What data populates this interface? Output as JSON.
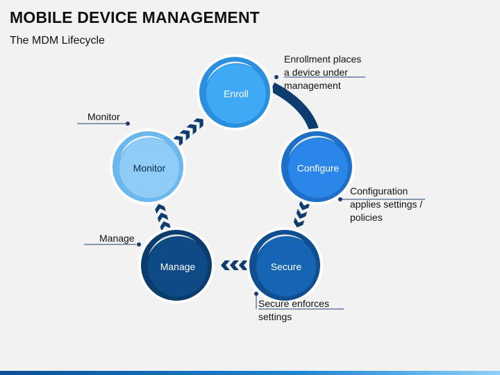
{
  "header": {
    "title": "MOBILE DEVICE MANAGEMENT",
    "subtitle": "The MDM Lifecycle"
  },
  "stages": [
    {
      "id": "enroll",
      "label": "Enroll",
      "note": [
        "Enrollment places",
        "a device under",
        "management"
      ],
      "color": "#3fa9f5",
      "ring": "#2b8fe0"
    },
    {
      "id": "configure",
      "label": "Configure",
      "note": [
        "Configuration",
        "applies settings /",
        "policies"
      ],
      "color": "#2a86e8",
      "ring": "#1e6fc7"
    },
    {
      "id": "secure",
      "label": "Secure",
      "note": [
        "Secure enforces",
        "settings"
      ],
      "color": "#1565b4",
      "ring": "#0f4f91"
    },
    {
      "id": "manage",
      "label": "Manage",
      "note": [
        "Manage"
      ],
      "color": "#0d4a86",
      "ring": "#0b3c6e"
    },
    {
      "id": "monitor",
      "label": "Monitor",
      "note": [
        "Monitor"
      ],
      "color": "#8fcdf7",
      "ring": "#6bb8ef"
    }
  ],
  "colors": {
    "chevron": "#0d3c6e",
    "connector": "#1c3d6e"
  }
}
